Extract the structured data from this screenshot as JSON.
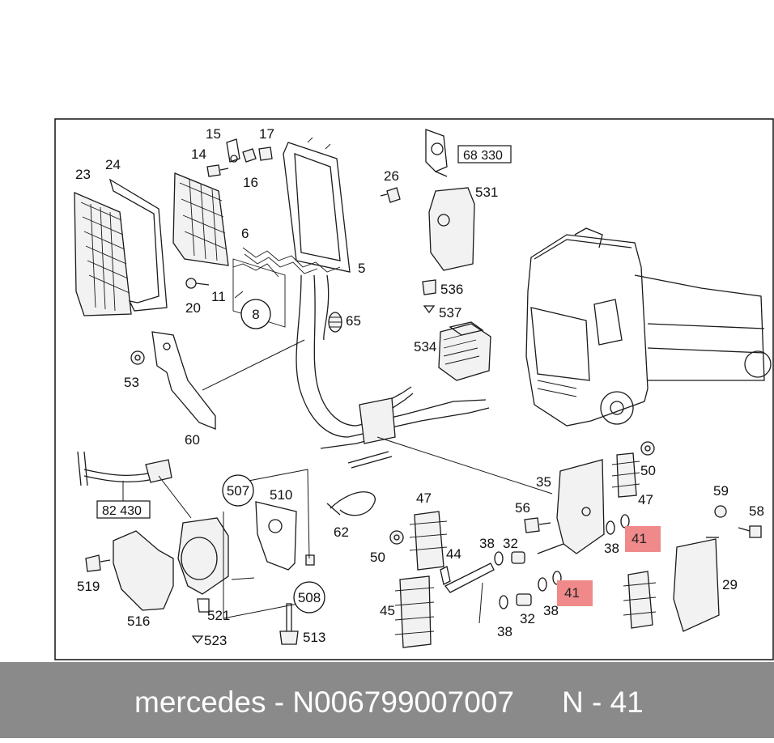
{
  "diagram": {
    "labels": [
      "15",
      "17",
      "14",
      "16",
      "23",
      "24",
      "26",
      "531",
      "6",
      "5",
      "20",
      "11",
      "8",
      "65",
      "536",
      "537",
      "534",
      "53",
      "60",
      "82 430",
      "507",
      "510",
      "62",
      "47",
      "50",
      "35",
      "56",
      "59",
      "58",
      "44",
      "38",
      "32",
      "41",
      "29",
      "519",
      "521",
      "523",
      "516",
      "508",
      "513",
      "45"
    ],
    "boxed_labels": [
      "68 330",
      "82 430"
    ],
    "circled_labels": [
      "8",
      "507",
      "508"
    ],
    "highlighted_labels": [
      "41",
      "41"
    ],
    "highlight_color": "#f08a8a"
  },
  "footer": {
    "main_text": "mercedes - N006799007007",
    "code_text": "N - 41",
    "background": "#8a8a8a",
    "text_color": "#ffffff"
  }
}
